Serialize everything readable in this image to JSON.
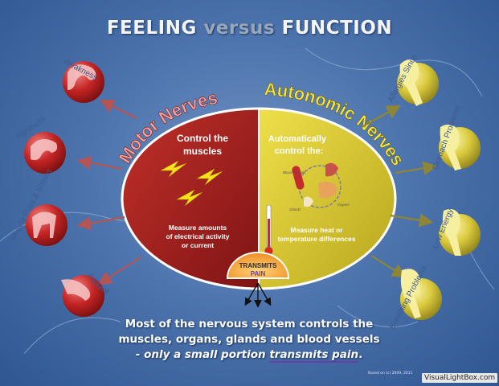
{
  "title": {
    "part1": "FEELING",
    "part2": "versus",
    "part3": "FUNCTION"
  },
  "motor": {
    "arc_label": "Motor Nerves",
    "heading_line1": "Control the",
    "heading_line2": "muscles",
    "desc_line1": "Measure amounts",
    "desc_line2": "of electrical activity",
    "desc_line3": "or current"
  },
  "autonomic": {
    "arc_label": "Autonomic Nerves",
    "heading_line1": "Automatically",
    "heading_line2": "control the:",
    "organ_labels": [
      "Blood Vessels",
      "Glands",
      "Organs"
    ],
    "desc_line1": "Measure heat or",
    "desc_line2": "temperature differences"
  },
  "badge": {
    "line1": "TRANSMITS",
    "line2": "PAIN"
  },
  "motor_symptoms": [
    "Weakness",
    "Tightness",
    "Muscle Pulls & Strains",
    "Fatigue"
  ],
  "autonomic_symptoms": [
    "Allergies Sinus",
    "Stomach Problems",
    "Low Energy",
    "Breathing Problems"
  ],
  "bottom_text": {
    "line1": "Most of the nervous system controls the",
    "line2": "muscles, organs, glands and blood vessels",
    "line3a": "- only a small portion ",
    "line3b": "transmits pain",
    "line3c": "."
  },
  "credit": "Based on (c) 2009, 2011",
  "watermark": "VisualLightBox.com",
  "colors": {
    "motor": "#a8201e",
    "autonomic": "#d7c52c",
    "figure_red": "#c94040",
    "figure_yellow": "#f2ea8c"
  }
}
